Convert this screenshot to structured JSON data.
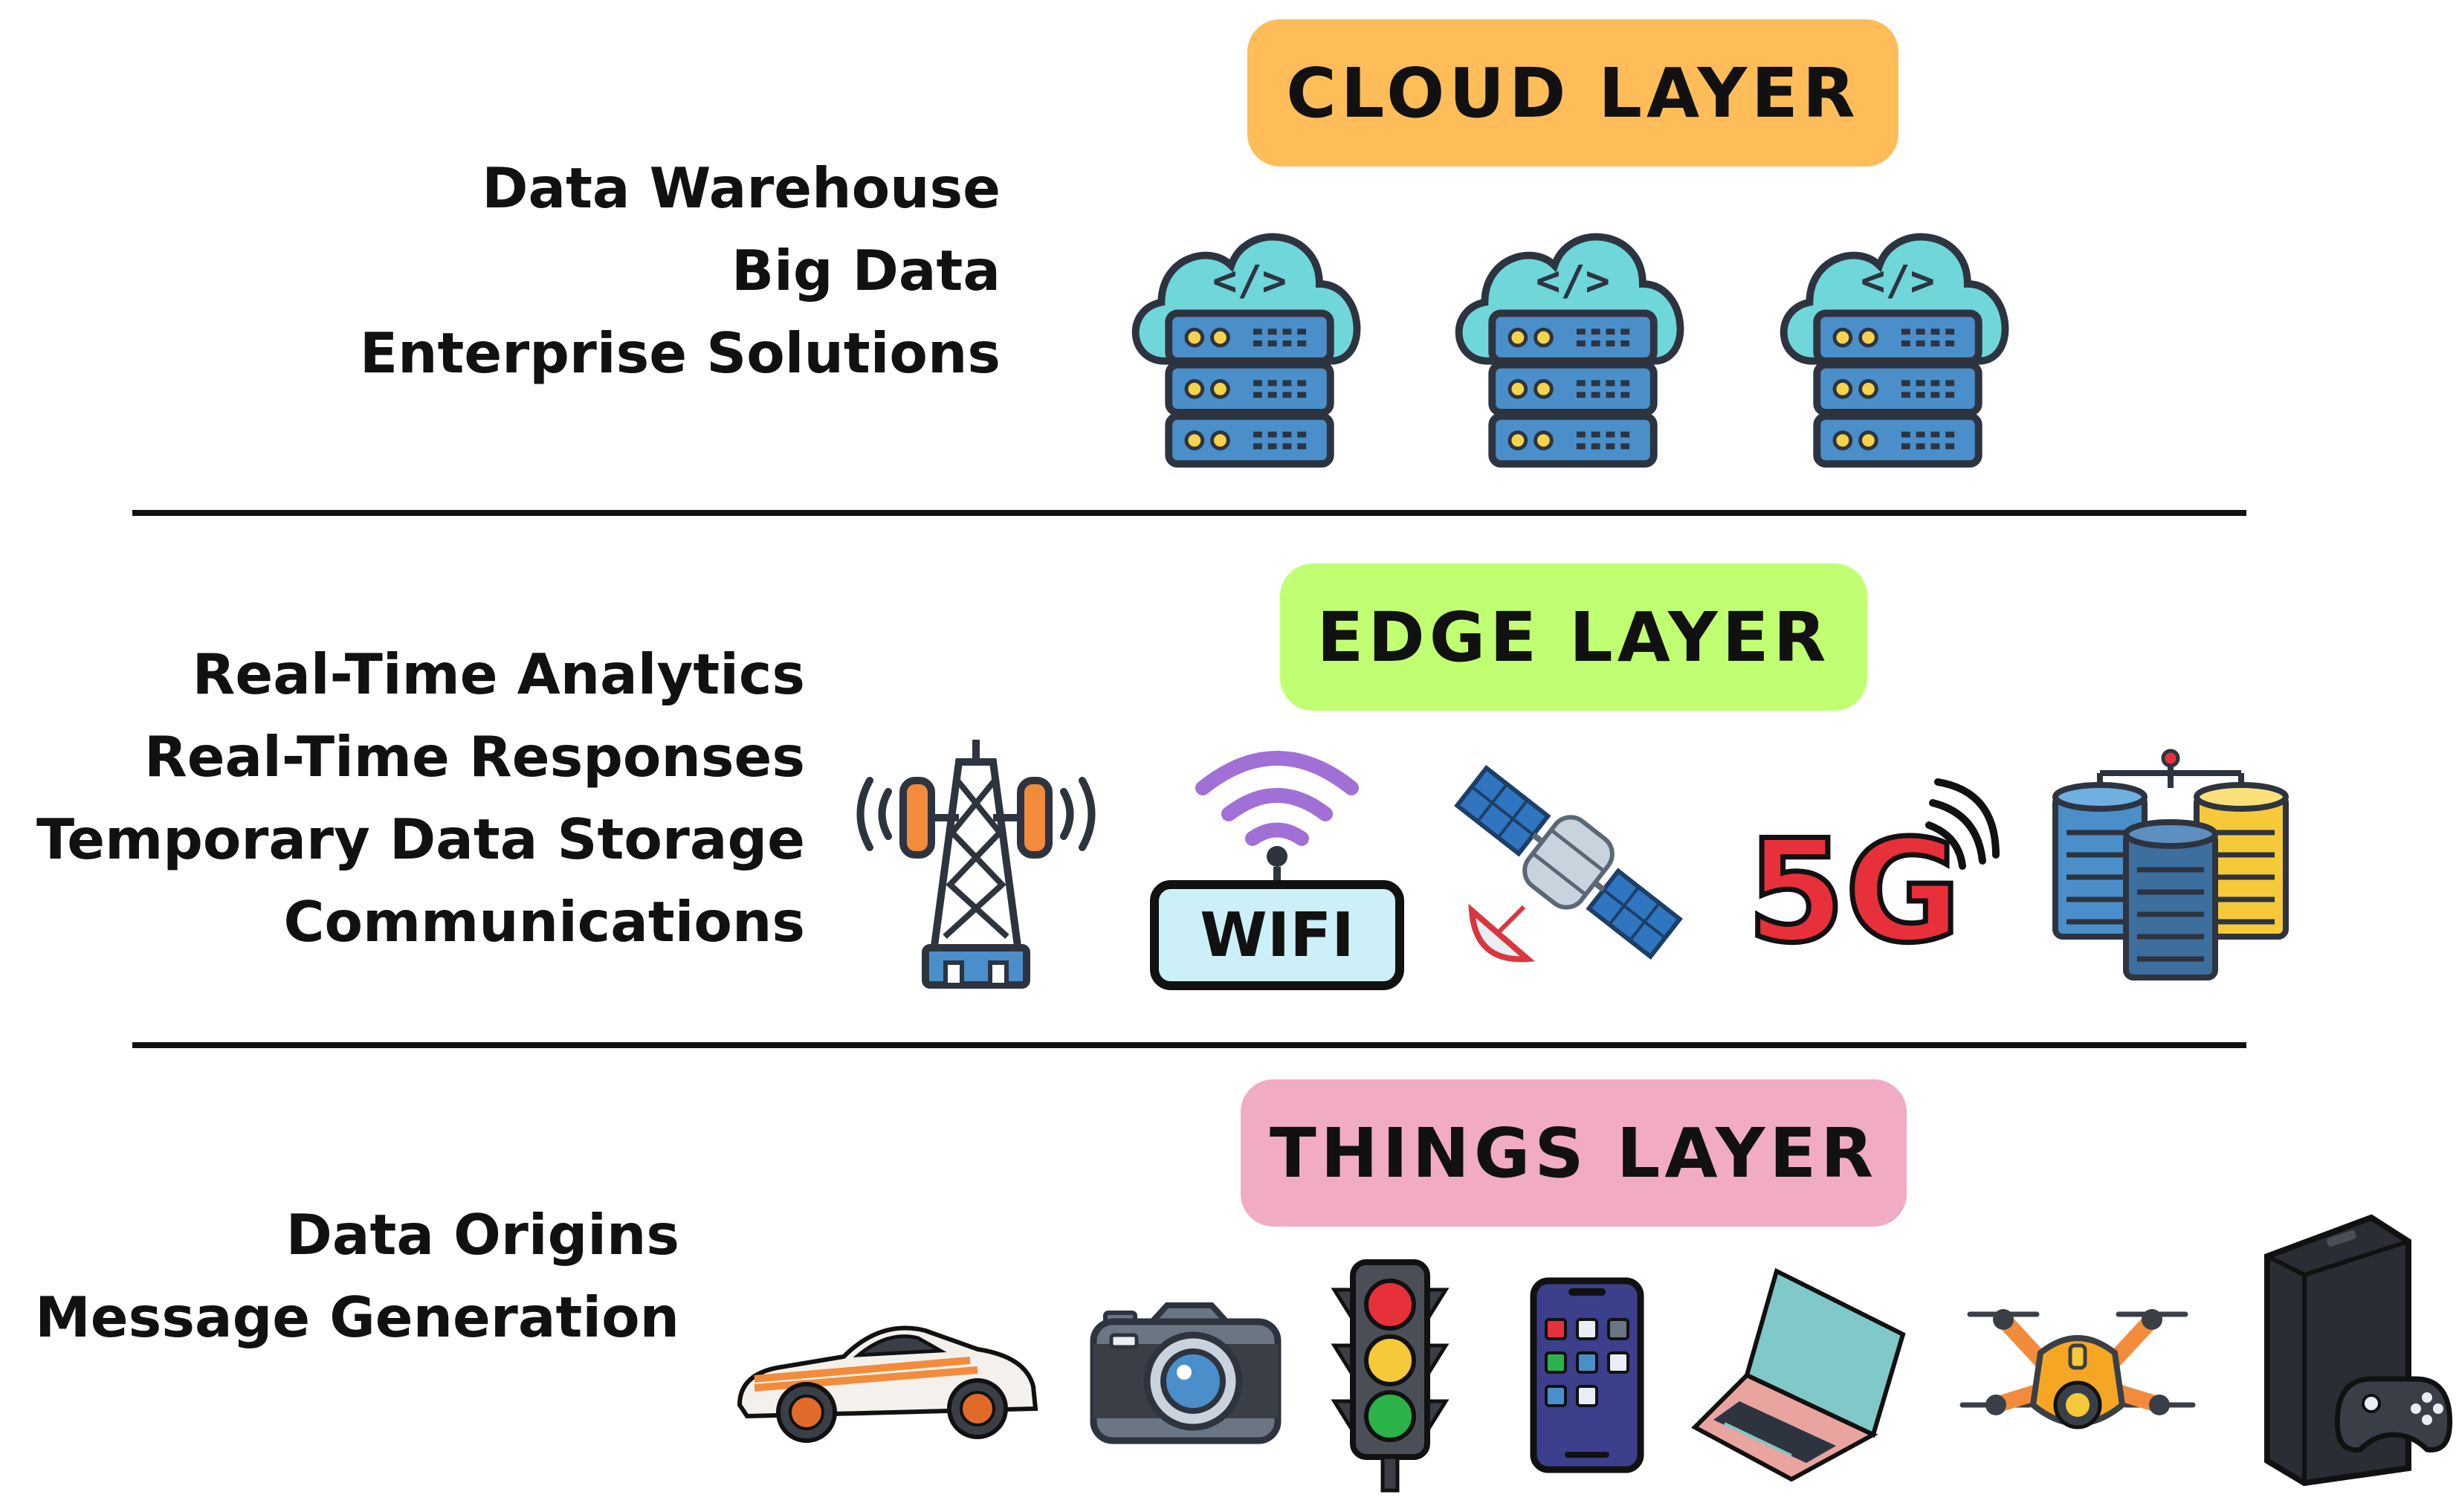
{
  "layers": {
    "cloud": {
      "title": "CLOUD LAYER",
      "color": "#FEBD59",
      "descriptions": [
        "Data Warehouse",
        "Big Data",
        "Enterprise Solutions"
      ],
      "icons": [
        "cloud-server-icon",
        "cloud-server-icon",
        "cloud-server-icon"
      ]
    },
    "edge": {
      "title": "EDGE LAYER",
      "color": "#C1FF72",
      "descriptions": [
        "Real-Time Analytics",
        "Real-Time Responses",
        "Temporary Data Storage",
        "Communications"
      ],
      "icons": [
        "cell-tower-icon",
        "wifi-router-icon",
        "satellite-icon",
        "5g-icon",
        "database-icon"
      ]
    },
    "things": {
      "title": "THINGS LAYER",
      "color": "#F1ABC4",
      "descriptions": [
        "Data Origins",
        "Message Generation"
      ],
      "icons": [
        "sports-car-icon",
        "camera-icon",
        "traffic-light-icon",
        "smartphone-icon",
        "laptop-icon",
        "drone-icon",
        "game-console-icon"
      ]
    }
  },
  "labels": {
    "wifi": "WIFI",
    "five_g": "5G"
  }
}
